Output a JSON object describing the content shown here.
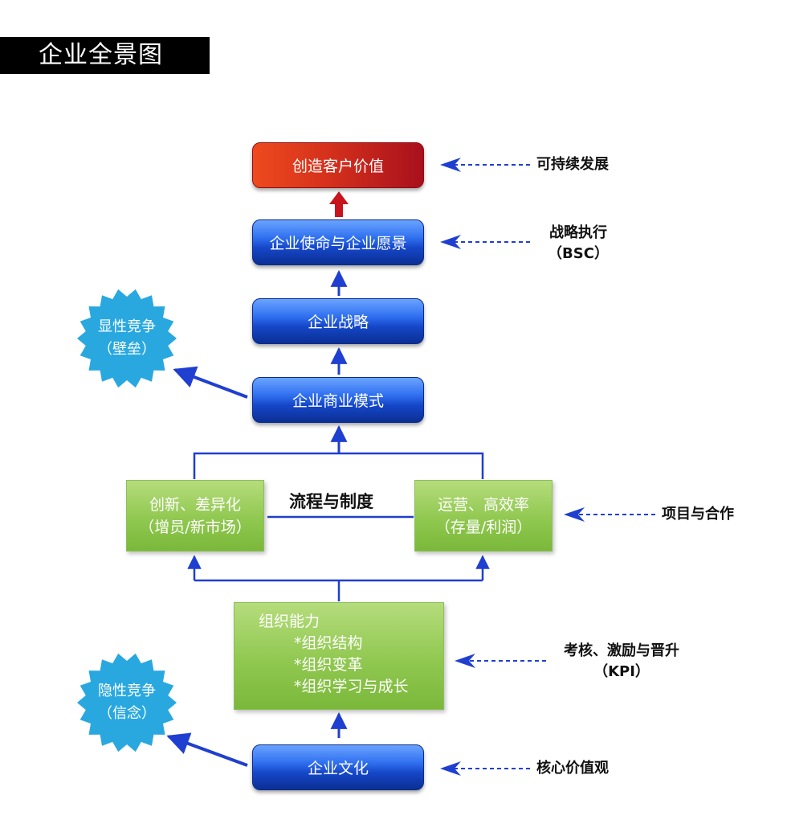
{
  "title": "企业全景图",
  "nodes": {
    "customer_value": "创造客户价值",
    "mission_vision": "企业使命与企业愿景",
    "strategy": "企业战略",
    "business_model": "企业商业模式",
    "innovation": [
      "创新、差异化",
      "（增员/新市场）"
    ],
    "operation": [
      "运营、高效率",
      "（存量/利润）"
    ],
    "process_label": "流程与制度",
    "org_capability": {
      "heading": "组织能力",
      "items": [
        "*组织结构",
        "*组织变革",
        "*组织学习与成长"
      ]
    },
    "culture": "企业文化"
  },
  "side_labels": {
    "sustainable": "可持续发展",
    "strategy_exec": [
      "战略执行",
      "（BSC）"
    ],
    "project": "项目与合作",
    "kpi": [
      "考核、激励与晋升",
      "（KPI）"
    ],
    "core_values": "核心价值观"
  },
  "gears": {
    "explicit": [
      "显性竞争",
      "（壁垒）"
    ],
    "implicit": [
      "隐性竞争",
      "（信念）"
    ]
  },
  "colors": {
    "blue_node": "#1547c8",
    "red_node": "#d4301c",
    "green_node": "#90c850",
    "gear": "#29a8e0",
    "connector": "#1f3fd0",
    "arrow_up_red": "#c8141c"
  }
}
